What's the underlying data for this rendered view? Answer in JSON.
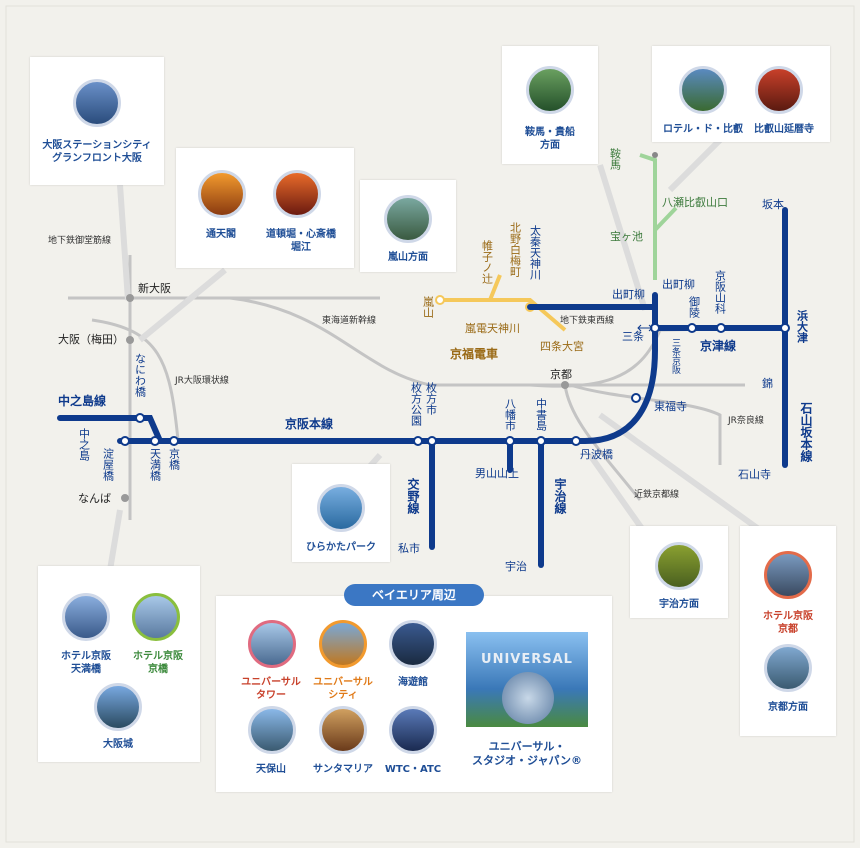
{
  "lines": {
    "keihan_main": "京阪本線",
    "nakanoshima": "中之島線",
    "keishin": "京津線",
    "ishiyama_sakamoto": "石山坂本線",
    "katano": "交野線",
    "uji": "宇治線",
    "keifuku": "京福電車",
    "chikatetsu_midosuji": "地下鉄御堂筋線",
    "tokaido_shinkansen": "東海道新幹線",
    "jr_osaka_loop": "JR大阪環状線",
    "chikatetsu_tozai": "地下鉄東西線",
    "jr_nara": "JR奈良線",
    "kintetsu_kyoto": "近鉄京都線"
  },
  "stations": {
    "shin_osaka": "新大阪",
    "osaka_umeda": "大阪（梅田）",
    "namba": "なんば",
    "nakanoshima": "中之島",
    "naniwabashi": "なにわ橋",
    "yodoyabashi": "淀屋橋",
    "temmabashi": "天満橋",
    "kyobashi": "京橋",
    "hirakatakoen": "枚方公園",
    "hirakatashi": "枚方市",
    "yawatashi": "八幡市",
    "chushojima": "中書島",
    "tambabashi": "丹波橋",
    "otokoyamasanjo": "男山山上",
    "kisaichi": "私市",
    "uji": "宇治",
    "kyoto": "京都",
    "tofukuji": "東福寺",
    "sanjo": "三条",
    "demachiyanagi_l": "出町柳",
    "demachiyanagi_r": "出町柳",
    "takaragaike": "宝ヶ池",
    "kurama": "鞍馬",
    "yase_hieizanguchi": "八瀬比叡山口",
    "misasagi": "御陵",
    "keihanyamashina": "京阪山科",
    "sanjokeihan": "三条京阪",
    "hamaotsu": "浜大津",
    "sakamoto": "坂本",
    "zeze": "錦",
    "ishiyamadera": "石山寺",
    "arashiyama": "嵐山",
    "katabiranotsuji": "帷子ノ辻",
    "kitanohakubaicho": "北野白梅町",
    "uzumasatenjingawa": "太秦天神川",
    "randen_tenjingawa": "嵐電天神川",
    "shijo_omiya": "四条大宮"
  },
  "cards": {
    "osaka_station": "大阪ステーションシティ\nグランフロント大阪",
    "tsutenkaku": "通天閣",
    "dotonbori": "道頓堀・心斎橋\n堀江",
    "arashiyama": "嵐山方面",
    "kurama": "鞍馬・貴船\n方面",
    "hotel_de_hiei": "ロテル・ド・比叡",
    "enryakuji": "比叡山延暦寺",
    "hirakata_park": "ひらかたパーク",
    "uji_area": "宇治方面",
    "hotel_kyoto": "ホテル京阪\n京都",
    "kyoto_area": "京都方面",
    "hotel_temmabashi": "ホテル京阪\n天満橋",
    "hotel_kyobashi": "ホテル京阪\n京橋",
    "osaka_castle": "大阪城",
    "bay_area_title": "ベイエリア周辺",
    "usj_tower": "ユニバーサル\nタワー",
    "usj_city": "ユニバーサル\nシティ",
    "kaiyukan": "海遊館",
    "tempozan": "天保山",
    "santa_maria": "サンタマリア",
    "wtc_atc": "WTC・ATC",
    "usj": "ユニバーサル・\nスタジオ・ジャパン®",
    "usj_sign": "UNIVERSAL"
  },
  "colors": {
    "keihan_blue": "#0e3a8c",
    "keifuku_yellow": "#f5c85a",
    "eizan_green": "#9fd49a",
    "gray_line": "#c2c2c2",
    "label_blue": "#1f4e96"
  }
}
